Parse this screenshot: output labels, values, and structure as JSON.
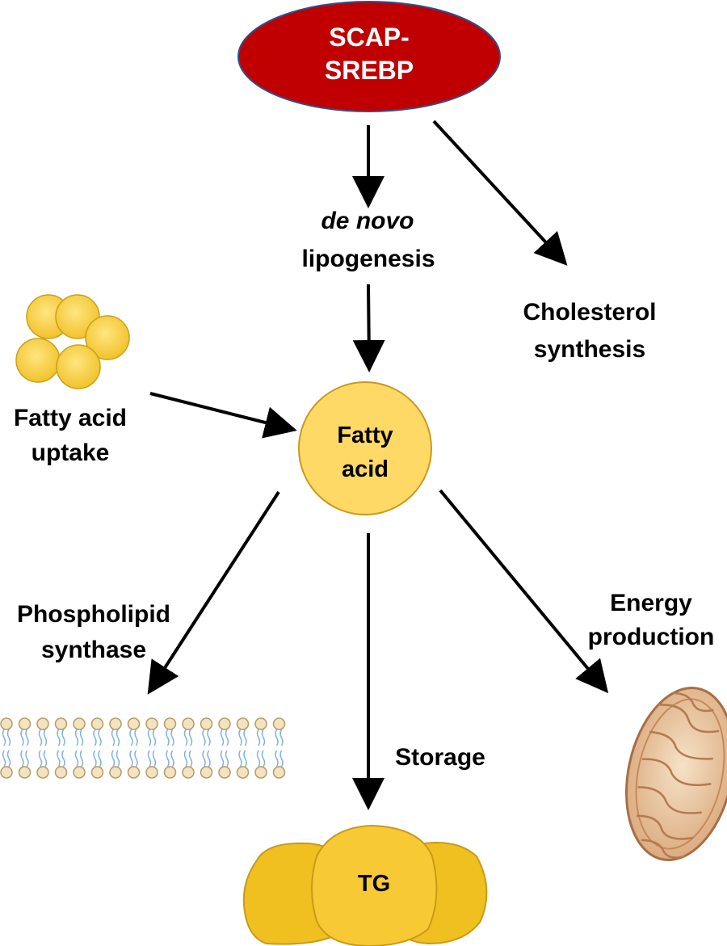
{
  "nodes": {
    "scap_srebp": {
      "line1": "SCAP-",
      "line2": "SREBP",
      "color": "#c00000"
    },
    "de_novo": {
      "line1": "de novo",
      "line2": "lipogenesis"
    },
    "cholesterol": {
      "line1": "Cholesterol",
      "line2": "synthesis"
    },
    "fatty_acid_uptake": {
      "line1": "Fatty acid",
      "line2": "uptake"
    },
    "fatty_acid": {
      "line1": "Fatty",
      "line2": "acid",
      "color": "#ffd966"
    },
    "phospholipid": {
      "line1": "Phospholipid",
      "line2": "synthase"
    },
    "storage": {
      "label": "Storage"
    },
    "energy": {
      "line1": "Energy",
      "line2": "production"
    },
    "tg": {
      "label": "TG",
      "color": "#f0c020"
    }
  },
  "icons": {
    "fatty_acid_cluster": "fatty-acid-droplets-icon",
    "bilayer": "phospholipid-bilayer-icon",
    "lipid_droplet": "lipid-droplet-icon",
    "mitochondrion": "mitochondrion-icon"
  }
}
